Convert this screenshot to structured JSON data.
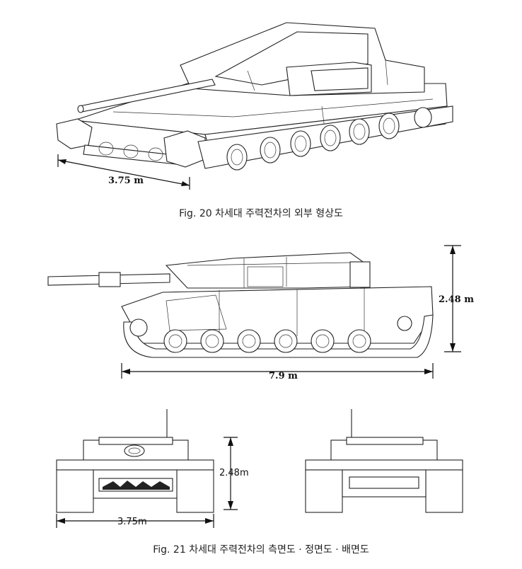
{
  "figure20": {
    "caption": "Fig. 20 차세대 주력전차의 외부 형상도",
    "width_label": "3.75 m"
  },
  "figure21": {
    "caption": "Fig. 21 차세대 주력전차의 측면도 · 정면도 · 배면도",
    "side_height_label": "2.48 m",
    "side_length_label": "7.9 m",
    "front_height_label": "2.48m",
    "front_width_label": "3.75m"
  }
}
